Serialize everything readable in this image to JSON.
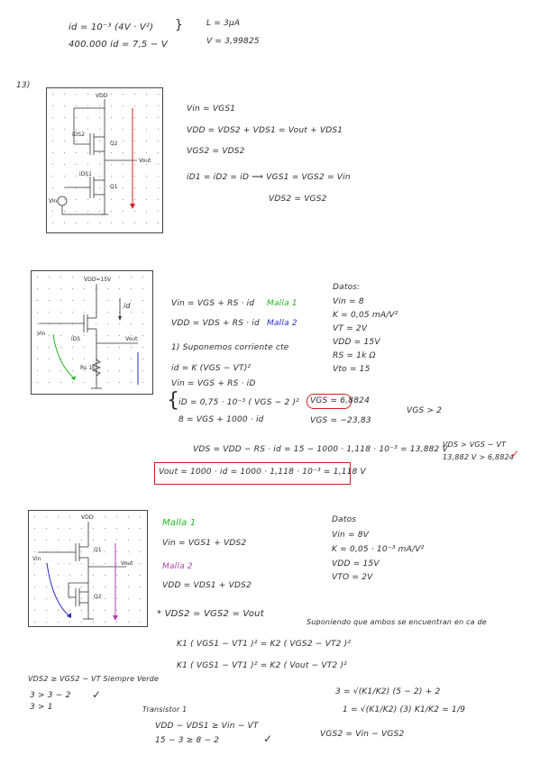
{
  "top": {
    "eq1": "id = 10⁻³ (4V · V²)",
    "eq2": "400.000 id = 7,5 − V",
    "r1": "L = 3μA",
    "r2": "V = 3,99825"
  },
  "sec1": {
    "label": "13)",
    "circuit": {
      "vdd": "VDD",
      "q2": "Q2",
      "q1": "Q1",
      "vout": "Vout",
      "vin": "Vin",
      "i2": "iDS2",
      "i1": "iDS1"
    },
    "lines": [
      "Vin = VGS1",
      "VDD = VDS2 + VDS1 = Vout + VDS1",
      "VGS2 = VDS2",
      "iD1 = iD2 = iD   ⟹  VGS1 = VGS2 = Vin",
      "VDS2 = VGS2"
    ]
  },
  "sec2": {
    "circuit": {
      "vdd": "VDD=15V",
      "id": "id",
      "vin": "Vin",
      "vout": "Vout",
      "rs": "Rs 1k",
      "ids": "iDS"
    },
    "eq_a": "Vin = VGS + RS · id",
    "eq_a_tag": "Malla 1",
    "eq_b": "VDD = VDS + RS · id",
    "eq_b_tag": "Malla 2",
    "suppose": "1) Suponemos corriente cte",
    "id_eq": "id = K (VGS − VT)²",
    "vin_eq": "Vin = VGS + RS · iD",
    "sys1": "iD = 0,75 · 10⁻³ ( VGS − 2 )²",
    "sys2": "8 = VGS + 1000 · id",
    "sol1": "VGS = 6,8824",
    "sol2": "VGS = −23,83",
    "cond": "VGS > 2",
    "datos": {
      "title": "Datos:",
      "items": [
        "Vin = 8",
        "K = 0,05 mA/V²",
        "VT = 2V",
        "VDD = 15V",
        "RS = 1k Ω",
        "Vto = 15"
      ]
    },
    "vds_line": "VDS = VDD − RS · id = 15 − 1000 · 1,118 · 10⁻³ = 13,882 V",
    "vds_check": "VDS > VGS − VT",
    "vds_check2": "13,882 V > 6,8824",
    "vout_line": "Vout = 1000 · id = 1000 · 1,118 · 10⁻³ = 1,118 V"
  },
  "sec3": {
    "circuit": {
      "vdd": "VDD",
      "q1": "Q1",
      "q2": "Q2",
      "vin": "Vin",
      "vout": "Vout"
    },
    "malla1": "Malla 1",
    "malla1_eq": "Vin = VGS1 + VDS2",
    "malla2": "Malla 2",
    "malla2_eq": "VDD = VDS1 + VDS2",
    "star_eq": "* VDS2 = VGS2 = Vout",
    "suppose": "Suponiendo que ambos se encuentran en ca de",
    "k_eq1": "K1 ( VGS1 − VT1 )² = K2 ( VGS2 − VT2 )²",
    "k_eq2": "K1 ( VGS1 − VT1 )² = K2 ( Vout − VT2 )²",
    "datos": {
      "title": "Datos",
      "items": [
        "Vin = 8V",
        "K = 0,05 · 10⁻³ mA/V²",
        "VDD = 15V",
        "VTO = 2V"
      ]
    },
    "eq3": "3 = √(K1/K2) (5 − 2) + 2",
    "eq4": "1 = √(K1/K2) (3)       K1/K2 = 1/9",
    "vgs_bottom": "VGS2 = Vin − VGS2",
    "left1": "VDS2 ≥ VGS2 − VT  Siempre Verde",
    "left2": "3 > 3 − 2",
    "left3": "3 > 1",
    "trans": "Transistor 1",
    "trans_eq1": "VDD − VDS1 ≥ Vin − VT",
    "trans_eq2": "15 − 3  ≥ 8 − 2"
  }
}
